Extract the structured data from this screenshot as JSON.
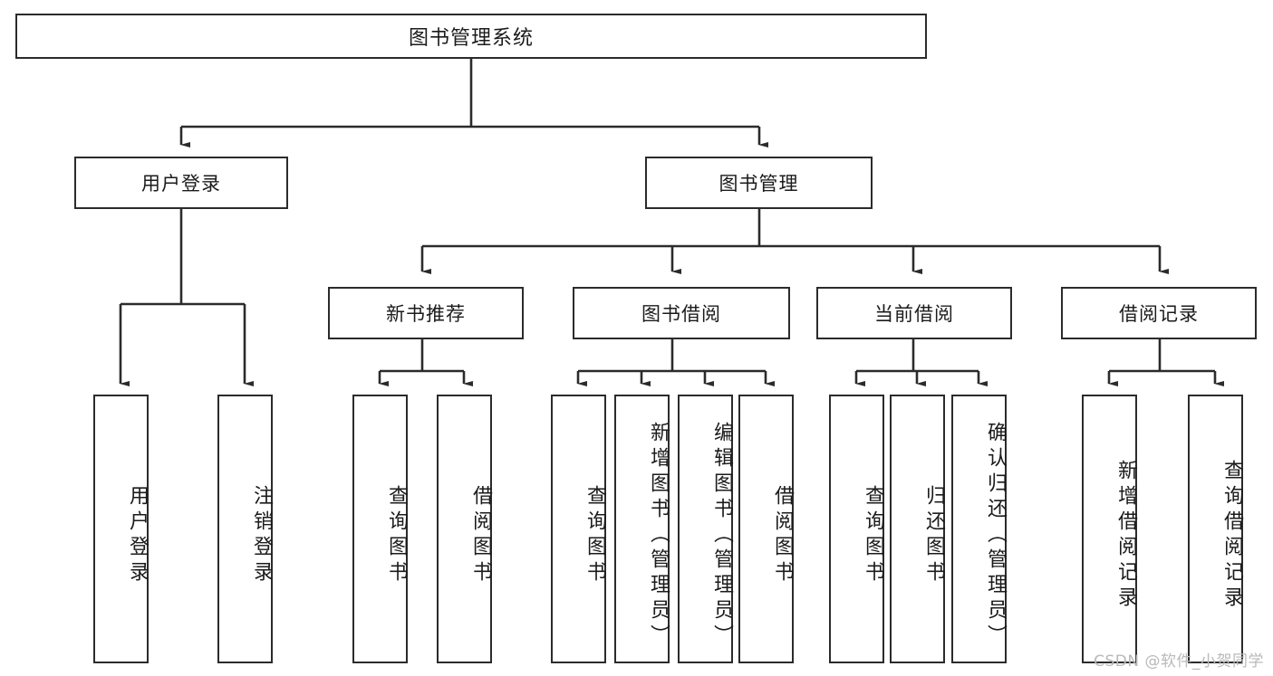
{
  "diagram": {
    "title": "图书管理系统",
    "type": "tree-hierarchy",
    "nodes": {
      "root": {
        "label": "图书管理系统"
      },
      "level1": [
        {
          "id": "user-login",
          "label": "用户登录"
        },
        {
          "id": "book-management",
          "label": "图书管理"
        }
      ],
      "level2": [
        {
          "id": "new-book-recommend",
          "label": "新书推荐",
          "parent": "book-management"
        },
        {
          "id": "book-borrow",
          "label": "图书借阅",
          "parent": "book-management"
        },
        {
          "id": "current-borrow",
          "label": "当前借阅",
          "parent": "book-management"
        },
        {
          "id": "borrow-record",
          "label": "借阅记录",
          "parent": "book-management"
        }
      ],
      "leaves": [
        {
          "id": "leaf-user-login",
          "label": "用户登录",
          "parent": "user-login"
        },
        {
          "id": "leaf-logout",
          "label": "注销登录",
          "parent": "user-login"
        },
        {
          "id": "leaf-query-book-1",
          "label": "查询图书",
          "parent": "new-book-recommend"
        },
        {
          "id": "leaf-borrow-book-1",
          "label": "借阅图书",
          "parent": "new-book-recommend"
        },
        {
          "id": "leaf-query-book-2",
          "label": "查询图书",
          "parent": "book-borrow"
        },
        {
          "id": "leaf-add-book",
          "label": "新增图书（管理员）",
          "parent": "book-borrow"
        },
        {
          "id": "leaf-edit-book",
          "label": "编辑图书（管理员）",
          "parent": "book-borrow"
        },
        {
          "id": "leaf-borrow-book-2",
          "label": "借阅图书",
          "parent": "book-borrow"
        },
        {
          "id": "leaf-query-book-3",
          "label": "查询图书",
          "parent": "current-borrow"
        },
        {
          "id": "leaf-return-book",
          "label": "归还图书",
          "parent": "current-borrow"
        },
        {
          "id": "leaf-confirm-return",
          "label": "确认归还（管理员）",
          "parent": "current-borrow"
        },
        {
          "id": "leaf-add-record",
          "label": "新增借阅记录",
          "parent": "borrow-record"
        },
        {
          "id": "leaf-query-record",
          "label": "查询借阅记录",
          "parent": "borrow-record"
        }
      ]
    },
    "watermark": "CSDN @软件_小贺同学",
    "colors": {
      "stroke": "#2b2b2b",
      "fill": "#ffffff",
      "text": "#1b1b1b",
      "watermark": "#b9b9b9"
    }
  }
}
